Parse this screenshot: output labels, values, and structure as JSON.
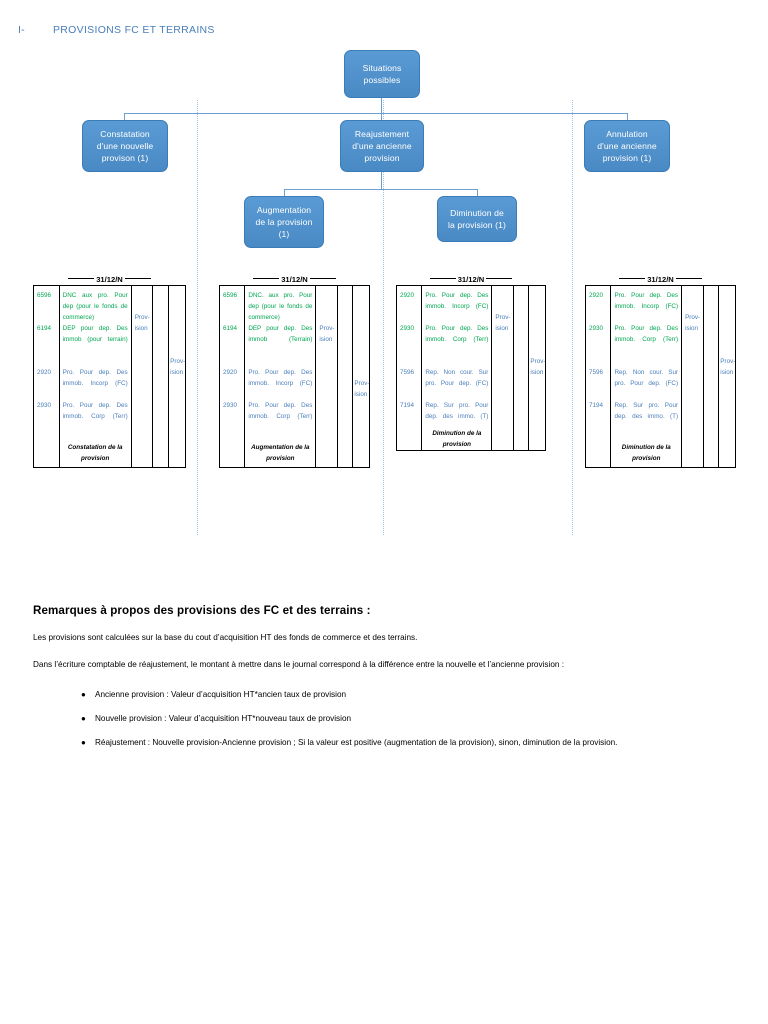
{
  "header": {
    "section_number": "I-",
    "title": "PROVISIONS FC ET TERRAINS"
  },
  "flowchart": {
    "accent_color": "#5b9bd5",
    "connector_color": "#6d9fd0",
    "separator_color": "#9fc3e6",
    "nodes": [
      {
        "id": "situations",
        "label": "Situations\npossibles"
      },
      {
        "id": "constatation",
        "label": "Constatation\nd'une nouvelle\nprovison (1)"
      },
      {
        "id": "reajustement",
        "label": "Reajustement\nd'une ancienne\nprovision"
      },
      {
        "id": "annulation",
        "label": "Annulation\nd'une ancienne\nprovision (1)"
      },
      {
        "id": "augmentation",
        "label": "Augmentation\nde la provision\n(1)"
      },
      {
        "id": "diminution",
        "label": "Diminution de\nla provision (1)"
      }
    ]
  },
  "journals": [
    {
      "id": "journal-constatation",
      "date_label": "31/12/N",
      "description": "Constatation de la provision",
      "debit_amount": "Prov-\nision",
      "credit_amount": "Prov-\nision",
      "lines": [
        {
          "code": "6596",
          "code_color": "green",
          "label": "DNC aux pro. Pour dep (pour le fonds de commerce)",
          "label_color": "green"
        },
        {
          "code": "6194",
          "code_color": "green",
          "label": "DEP pour dep. Des immob (pour terrain)",
          "label_color": "green"
        },
        {
          "code": "2920",
          "code_color": "blue",
          "label": "Pro. Pour dep. Des immob. Incorp (FC)",
          "label_color": "blue"
        },
        {
          "code": "2930",
          "code_color": "blue",
          "label": "Pro. Pour dep. Des immob. Corp (Terr)",
          "label_color": "blue"
        }
      ]
    },
    {
      "id": "journal-augmentation",
      "date_label": "31/12/N",
      "description": "Augmentation de la provision",
      "debit_amount": "Prov-\nision",
      "credit_amount": "Prov-\nision",
      "lines": [
        {
          "code": "6596",
          "code_color": "green",
          "label": "DNC. aux pro. Pour dep (pour le fonds de commerce)",
          "label_color": "green"
        },
        {
          "code": "6194",
          "code_color": "green",
          "label": "DEP pour dep. Des immob (Terrain)",
          "label_color": "green"
        },
        {
          "code": "2920",
          "code_color": "blue",
          "label": "Pro. Pour dep. Des immob. Incorp (FC)",
          "label_color": "blue"
        },
        {
          "code": "2930",
          "code_color": "blue",
          "label": "Pro. Pour dep. Des immob. Corp (Terr)",
          "label_color": "blue"
        }
      ]
    },
    {
      "id": "journal-diminution-1",
      "date_label": "31/12/N",
      "description": "Diminution de la provision",
      "debit_amount": "Prov-\nision",
      "credit_amount": "Prov-\nision",
      "lines": [
        {
          "code": "2920",
          "code_color": "green",
          "label": "Pro. Pour dep. Des immob. Incorp (FC)",
          "label_color": "green"
        },
        {
          "code": "2930",
          "code_color": "green",
          "label": "Pro. Pour dep. Des immob. Corp (Terr)",
          "label_color": "green"
        },
        {
          "code": "7596",
          "code_color": "blue",
          "label": "Rep. Non cour. Sur pro. Pour dep. (FC)",
          "label_color": "blue"
        },
        {
          "code": "7194",
          "code_color": "blue",
          "label": "Rep. Sur pro. Pour dep. des immo. (T)",
          "label_color": "blue"
        }
      ]
    },
    {
      "id": "journal-diminution-2",
      "date_label": "31/12/N",
      "description": "Diminution de la provision",
      "debit_amount": "Prov-\nision",
      "credit_amount": "Prov-\nision",
      "lines": [
        {
          "code": "2920",
          "code_color": "green",
          "label": "Pro. Pour dep. Des immob. Incorp (FC)",
          "label_color": "green"
        },
        {
          "code": "2930",
          "code_color": "green",
          "label": "Pro. Pour dep. Des immob. Corp (Terr)",
          "label_color": "green"
        },
        {
          "code": "7596",
          "code_color": "blue",
          "label": "Rep. Non cour. Sur pro. Pour dep. (FC)",
          "label_color": "blue"
        },
        {
          "code": "7194",
          "code_color": "blue",
          "label": "Rep. Sur pro. Pour dep. des immo. (T)",
          "label_color": "blue"
        }
      ]
    }
  ],
  "remarks": {
    "heading": "Remarques à propos des provisions des FC et des terrains :",
    "paragraph1": "Les provisions sont calculées sur la base du cout d’acquisition HT des fonds de commerce et des terrains.",
    "paragraph2": "Dans l’écriture comptable de réajustement, le montant à mettre dans le journal correspond à la différence entre la nouvelle et l’ancienne provision :",
    "bullets": [
      "Ancienne provision : Valeur d’acquisition HT*ancien taux de provision",
      "Nouvelle provision : Valeur d’acquisition HT*nouveau taux de provision",
      "Réajustement : Nouvelle provision-Ancienne provision ; Si la valeur est positive (augmentation de la provision), sinon, diminution de la provision."
    ]
  }
}
